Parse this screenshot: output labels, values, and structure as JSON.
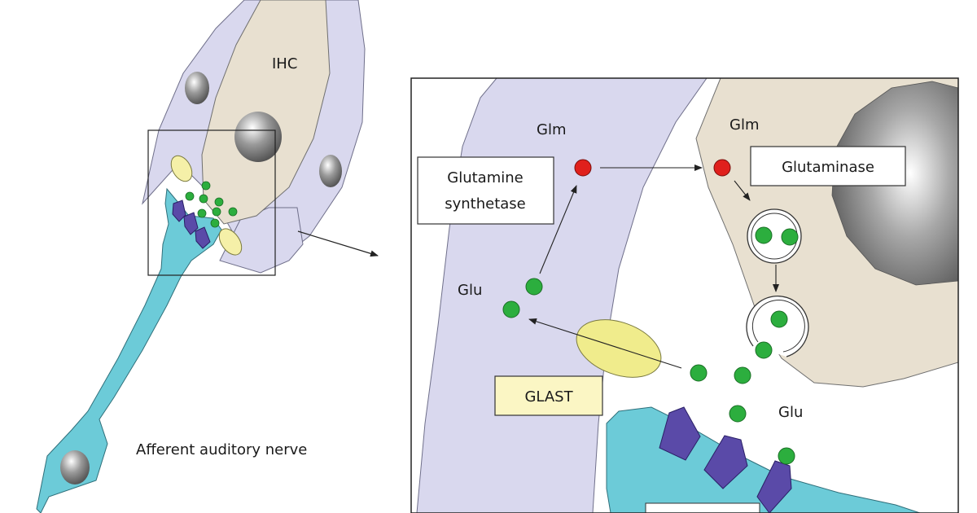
{
  "labels": {
    "ihc": "IHC",
    "afferent_nerve": "Afferent auditory nerve",
    "glm_support": "Glm",
    "glm_hair": "Glm",
    "glu_left": "Glu",
    "glu_right": "Glu",
    "glutamine_synthetase_line1": "Glutamine",
    "glutamine_synthetase_line2": "synthetase",
    "glutaminase": "Glutaminase",
    "glast": "GLAST"
  },
  "colors": {
    "supporting_cell": "#d9d8ee",
    "hair_cell": "#e8e0d0",
    "nerve": "#6ccbd8",
    "receptor": "#5a4aa8",
    "transporter": "#f5f0a8",
    "glutamate": "#2cae3e",
    "glutamine": "#e0201c",
    "label_box_glast": "#fbf6c4"
  },
  "icons": [
    "nucleus-sphere",
    "glutamate-molecule",
    "glutamine-molecule",
    "synaptic-vesicle",
    "glutamate-receptor",
    "glast-transporter",
    "arrow"
  ]
}
